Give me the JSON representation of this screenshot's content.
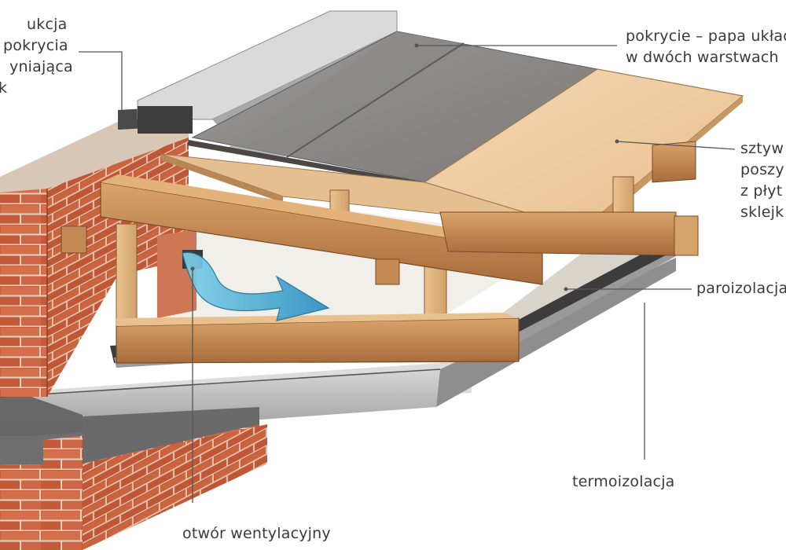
{
  "labels": {
    "left_block": [
      "ukcja",
      "pokrycia",
      "yniająca",
      "k"
    ],
    "covering": [
      "pokrycie – papa układ",
      "w dwóch warstwach"
    ],
    "sheathing": [
      "sztyw",
      "poszy",
      "z płyt",
      "sklejk"
    ],
    "vapor_barrier": "paroizolacja",
    "thermal_insulation": "termoizolacja",
    "vent_opening": "otwór wentylacyjny"
  },
  "colors": {
    "brick": "#c8603f",
    "mortar": "#e7c9b4",
    "wood": "#c98c55",
    "plywood": "#f0d0a8",
    "roofing_felt": "#8d8a86",
    "airflow": "#3aa8d0",
    "leader_line": "#555555"
  }
}
